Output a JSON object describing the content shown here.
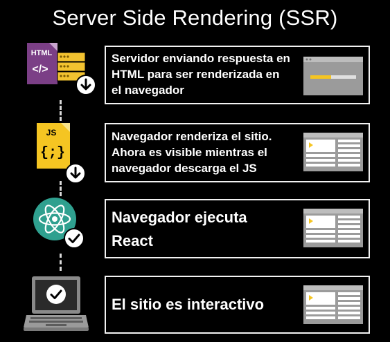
{
  "title": "Server Side Rendering (SSR)",
  "icons": {
    "html_label": "HTML",
    "html_code": "</>",
    "js_label": "JS",
    "js_code": "{;}"
  },
  "steps": [
    {
      "text_lines": [
        "Servidor enviando respuesta en",
        "HTML para ser renderizada en",
        "el navegador"
      ],
      "icon": "html-server-icon",
      "badge": "download-icon"
    },
    {
      "text_lines": [
        "Navegador renderiza el sitio.",
        "Ahora es visible mientras el",
        "navegador descarga el JS"
      ],
      "icon": "js-file-icon",
      "badge": "download-icon"
    },
    {
      "text_lines": [
        "Navegador ejecuta",
        "React"
      ],
      "icon": "react-atom-icon",
      "badge": "check-icon"
    },
    {
      "text_lines": [
        "El sitio es interactivo"
      ],
      "icon": "laptop-icon",
      "badge": "check-icon"
    }
  ],
  "colors": {
    "html_doc": "#7b3f86",
    "server": "#f2c230",
    "js_doc": "#f5c522",
    "react": "#2fa08f",
    "mock_gray": "#9b9b9b",
    "mock_bar": "#f5c522",
    "laptop": "#8a8a8a"
  }
}
